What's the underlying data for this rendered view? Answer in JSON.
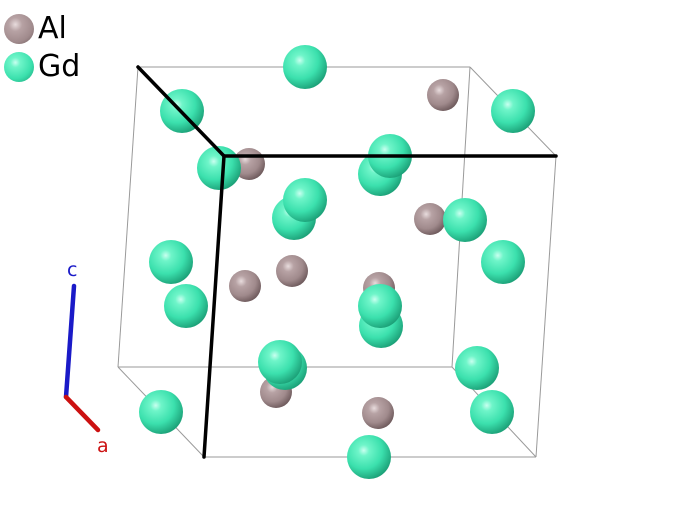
{
  "legend": [
    {
      "label": "Al",
      "color": "#a89294"
    },
    {
      "label": "Gd",
      "color": "#3fe8b4"
    }
  ],
  "axes": {
    "c": {
      "label": "c",
      "color": "#1a1ac8"
    },
    "a": {
      "label": "a",
      "color": "#cc1111"
    }
  },
  "colors": {
    "cell_edge": "#9a9a9a",
    "bold_edge": "#000000"
  }
}
